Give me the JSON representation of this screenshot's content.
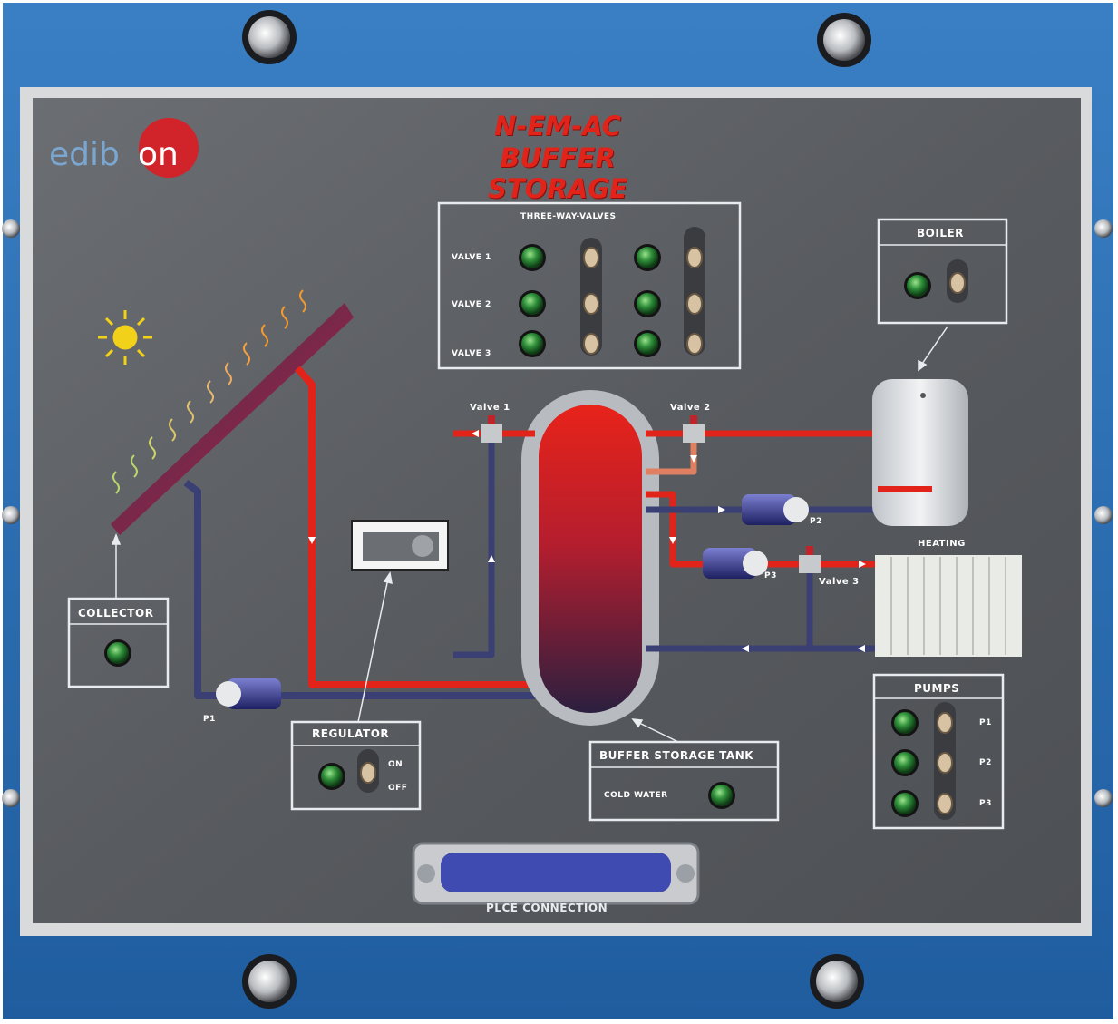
{
  "header": {
    "logo_text_main": "edib",
    "logo_text_on": "on",
    "title_line1": "N-EM-AC",
    "title_line2": "BUFFER STORAGE"
  },
  "panels": {
    "three_way_valves": {
      "title": "THREE-WAY-VALVES",
      "rows": [
        "VALVE 1",
        "VALVE 2",
        "VALVE 3"
      ]
    },
    "boiler": {
      "title": "BOILER"
    },
    "collector": {
      "title": "COLLECTOR"
    },
    "regulator": {
      "title": "REGULATOR",
      "on": "ON",
      "off": "OFF"
    },
    "buffer_tank": {
      "title": "BUFFER STORAGE TANK",
      "cold_water": "COLD WATER"
    },
    "pumps": {
      "title": "PUMPS",
      "rows": [
        "P1",
        "P2",
        "P3"
      ]
    }
  },
  "diagram_labels": {
    "valve1": "Valve 1",
    "valve2": "Valve 2",
    "valve3": "Valve 3",
    "p1": "P1",
    "p2": "P2",
    "p3": "P3",
    "heating": "HEATING"
  },
  "connector": {
    "label": "PLCE CONNECTION"
  },
  "colors": {
    "frame_blue": "#2f6fb5",
    "panel_gray": "#5b5e62",
    "hot_pipe": "#e2231a",
    "cold_pipe": "#3a3f74",
    "led_green": "#2f8f3a",
    "title_red": "#e2231a"
  }
}
